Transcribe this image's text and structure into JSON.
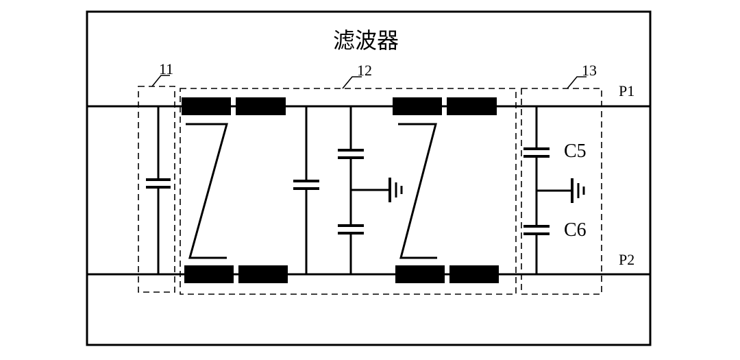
{
  "title": "滤波器",
  "labels": {
    "block_11": "11",
    "block_12": "12",
    "block_13": "13",
    "port_p1": "P1",
    "port_p2": "P2",
    "cap_c5": "C5",
    "cap_c6": "C6"
  }
}
